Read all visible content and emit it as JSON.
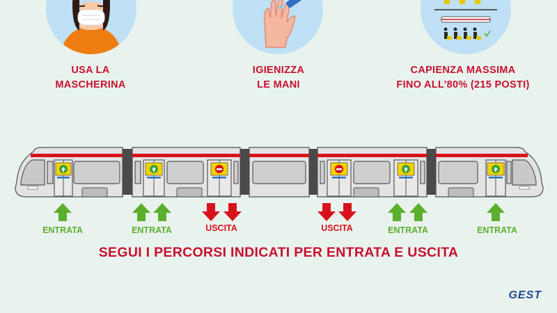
{
  "rules": [
    {
      "icon": "face-mask-icon",
      "line1": "USA LA",
      "line2": "MASCHERINA"
    },
    {
      "icon": "hand-sanitizer-icon",
      "line1": "IGIENIZZA",
      "line2": "LE MANI"
    },
    {
      "icon": "capacity-seats-icon",
      "line1": "CAPIENZA MASSIMA",
      "line2": "FINO ALL’80% (215 POSTI)"
    }
  ],
  "doors": [
    {
      "label": "ENTRATA",
      "type": "entry"
    },
    {
      "label": "ENTRATA",
      "type": "entry"
    },
    {
      "label": "USCITA",
      "type": "exit"
    },
    {
      "label": "USCITA",
      "type": "exit"
    },
    {
      "label": "ENTRATA",
      "type": "entry"
    },
    {
      "label": "ENTRATA",
      "type": "entry"
    }
  ],
  "footer": "SEGUI I PERCORSI INDICATI PER ENTRATA E USCITA",
  "logo": "GEST",
  "colors": {
    "background": "#e9f3ee",
    "title_red": "#c8102e",
    "entry_green": "#5cae2e",
    "exit_red": "#d8121b",
    "circle_blue": "#bfe0f5",
    "logo_blue": "#1d4a8d"
  }
}
